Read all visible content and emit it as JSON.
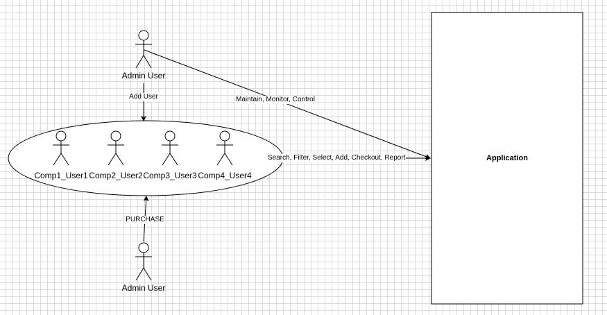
{
  "actors": {
    "admin_top": {
      "label": "Admin User"
    },
    "admin_bottom": {
      "label": "Admin User"
    },
    "group_users": [
      {
        "label": "Comp1_User1"
      },
      {
        "label": "Comp2_User2"
      },
      {
        "label": "Comp3_User3"
      },
      {
        "label": "Comp4_User4"
      }
    ]
  },
  "edges": {
    "add_user": "Add User",
    "maintain": "Maintain, Monitor, Control",
    "operations": "Search, Filter, Select, Add, Checkout, Report",
    "purchase": "PURCHASE"
  },
  "application": {
    "label": "Application"
  }
}
